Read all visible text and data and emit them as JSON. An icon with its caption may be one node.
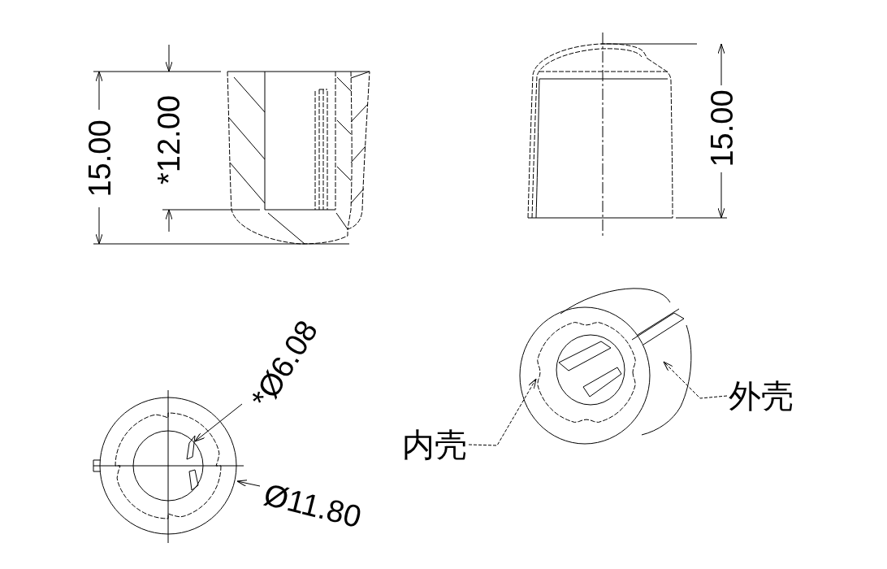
{
  "diagram": {
    "nodes": [
      {
        "text": [
          "内壳"
        ]
      },
      {
        "text": [
          "外壳"
        ]
      }
    ],
    "edges": [
      {
        "from": 0,
        "to": null,
        "arrow": "to"
      },
      {
        "from": 1,
        "to": null,
        "arrow": "to"
      }
    ],
    "labels": [
      "15.00",
      "*12.00",
      "15.00",
      "*Ø6.08",
      "Ø11.80"
    ]
  }
}
